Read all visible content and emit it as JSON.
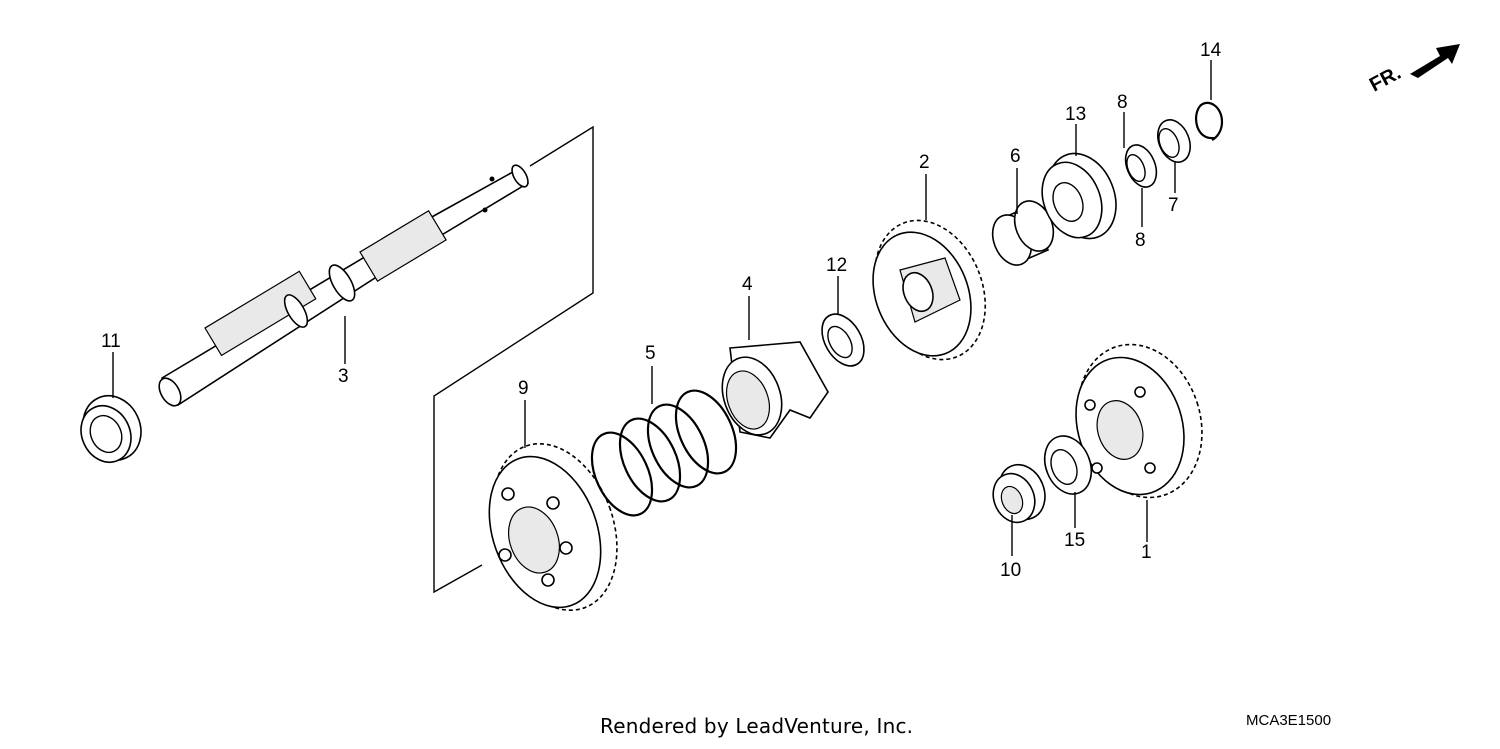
{
  "callouts": [
    "1",
    "2",
    "3",
    "4",
    "5",
    "6",
    "7",
    "8",
    "8",
    "9",
    "10",
    "11",
    "12",
    "13",
    "14",
    "15"
  ],
  "direction_label": "FR.",
  "footer": {
    "credit": "Rendered by LeadVenture, Inc.",
    "drawing_code": "MCA3E1500"
  }
}
